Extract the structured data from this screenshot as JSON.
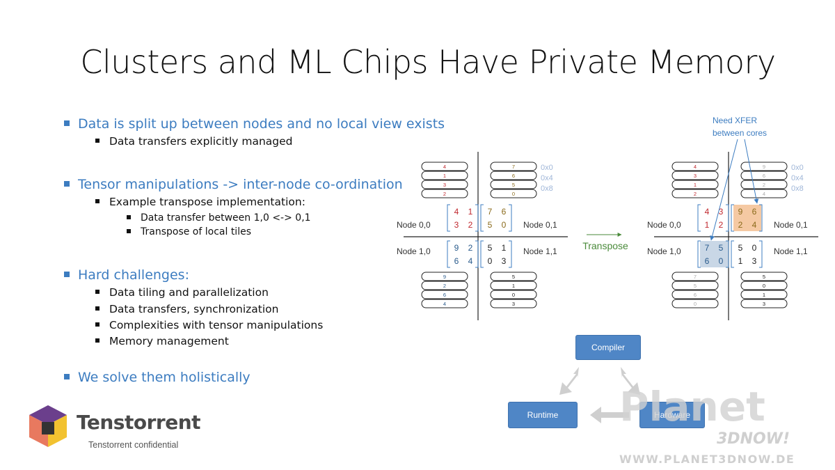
{
  "slide": {
    "title": "Clusters and ML Chips Have Private Memory",
    "bullets": [
      {
        "text": "Data is split up between nodes and no local view exists",
        "sub": [
          {
            "text": "Data transfers explicitly managed"
          }
        ]
      },
      {
        "text": "Tensor manipulations -> inter-node co-ordination",
        "sub": [
          {
            "text": "Example transpose implementation:",
            "sub": [
              "Data transfer between 1,0 <-> 0,1",
              "Transpose of local tiles"
            ]
          }
        ]
      },
      {
        "text": "Hard challenges:",
        "sub": [
          {
            "text": "Data tiling and parallelization"
          },
          {
            "text": "Data transfers, synchronization"
          },
          {
            "text": "Complexities with tensor manipulations"
          },
          {
            "text": "Memory management"
          }
        ]
      },
      {
        "text": "We solve them holistically",
        "sub": []
      }
    ]
  },
  "diagram": {
    "transpose_label": "Transpose",
    "callout": [
      "Need XFER",
      "between cores"
    ],
    "addresses": [
      "0x0",
      "0x4",
      "0x8"
    ],
    "left": {
      "node_labels": [
        "Node 0,0",
        "Node 0,1",
        "Node 1,0",
        "Node 1,1"
      ],
      "tiles": [
        [
          "4",
          "1",
          "3",
          "2"
        ],
        [
          "7",
          "6",
          "5",
          "0"
        ],
        [
          "9",
          "2",
          "6",
          "4"
        ],
        [
          "5",
          "1",
          "0",
          "3"
        ]
      ],
      "mem": [
        [
          "4",
          "1",
          "3",
          "2"
        ],
        [
          "7",
          "6",
          "5",
          "0"
        ],
        [
          "9",
          "2",
          "6",
          "4"
        ],
        [
          "5",
          "1",
          "0",
          "3"
        ]
      ]
    },
    "right": {
      "node_labels": [
        "Node 0,0",
        "Node 0,1",
        "Node 1,0",
        "Node 1,1"
      ],
      "tiles": [
        [
          "4",
          "3",
          "1",
          "2"
        ],
        [
          "9",
          "6",
          "2",
          "4"
        ],
        [
          "7",
          "5",
          "6",
          "0"
        ],
        [
          "5",
          "0",
          "1",
          "3"
        ]
      ],
      "mem": [
        [
          "4",
          "3",
          "1",
          "2"
        ],
        [
          "9",
          "6",
          "2",
          "4"
        ],
        [
          "7",
          "5",
          "6",
          "0"
        ],
        [
          "5",
          "0",
          "1",
          "3"
        ]
      ]
    },
    "colors": {
      "n00": "#c0282e",
      "n01": "#8a6a1a",
      "n10": "#2a5b8c",
      "n11": "#222222",
      "highlight_orange": "#f5c9a3",
      "highlight_blue": "#c9d7e6",
      "accent": "#3c7cc0"
    }
  },
  "flow": {
    "compiler": "Compiler",
    "runtime": "Runtime",
    "hardware": "Hardware"
  },
  "footer": {
    "logo_text": "Tenstorrent",
    "confidential": "Tenstorrent confidential"
  },
  "watermark": {
    "line1": "Planet",
    "line2": "3DNOW!",
    "line3": "WWW.PLANET3DNOW.DE"
  }
}
